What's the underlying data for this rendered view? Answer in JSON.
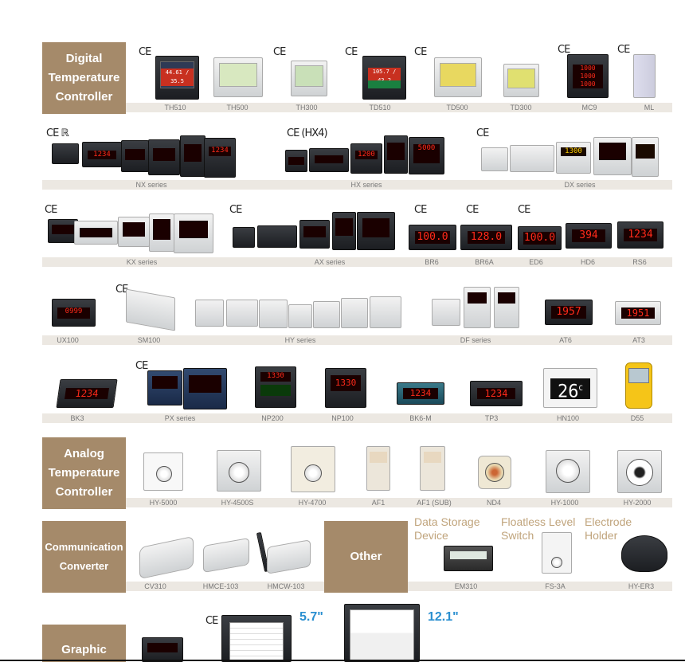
{
  "categories": {
    "digital": "Digital\nTemperature\nController",
    "analog": "Analog\nTemperature\nController",
    "comm": "Communication\nConverter",
    "other": "Other",
    "graphic": "Graphic"
  },
  "cert": {
    "ce": "CE",
    "ce_ul": "CE ℝ",
    "ce_hx4": "CE (HX4)"
  },
  "rows": {
    "r1": [
      "TH510",
      "TH500",
      "TH300",
      "TD510",
      "TD500",
      "TD300",
      "MC9",
      "ML"
    ],
    "r2": [
      "NX series",
      "HX series",
      "DX series"
    ],
    "r3": [
      "KX series",
      "AX series",
      "BR6",
      "BR6A",
      "ED6",
      "HD6",
      "RS6"
    ],
    "r4": [
      "UX100",
      "SM100",
      "HY series",
      "DF series",
      "AT6",
      "AT3"
    ],
    "r5": [
      "BK3",
      "PX series",
      "NP200",
      "NP100",
      "BK6-M",
      "TP3",
      "HN100",
      "D55"
    ],
    "r6": [
      "HY-5000",
      "HY-4500S",
      "HY-4700",
      "AF1",
      "AF1 (SUB)",
      "ND4",
      "HY-1000",
      "HY-2000"
    ],
    "r7": [
      "CV310",
      "HMCE-103",
      "HMCW-103",
      "EM310",
      "FS-3A",
      "HY-ER3"
    ]
  },
  "other_titles": {
    "a": "Data Storage\nDevice",
    "b": "Floatless Level\nSwitch",
    "c": "Electrode\nHolder"
  },
  "graphic_sizes": {
    "a": "5.7\"",
    "b": "12.1\""
  },
  "displays": {
    "th510": "44.61 / 35.5",
    "td510": "105.7 / 43.2",
    "mc9": "1000 1000 1000",
    "nx": "1234",
    "hx": "1200",
    "hx2": "5000",
    "dx": "1300",
    "br6": "100.0",
    "br6a": "128.0",
    "ed6": "100.0",
    "hd6": "394",
    "rs6": "1234",
    "ux": "0999",
    "at6": "1957",
    "at3": "1951",
    "bk3": "1234",
    "np200": "1330",
    "np100": "1330",
    "bk6": "1234",
    "tp3": "1234",
    "hn100": "26",
    "hn100_unit": "C"
  },
  "colors": {
    "category_bg": "#a58a6a",
    "label_bar": "#ece8e2",
    "sub_title": "#c0a47c",
    "size_blue": "#2a8fd0"
  }
}
